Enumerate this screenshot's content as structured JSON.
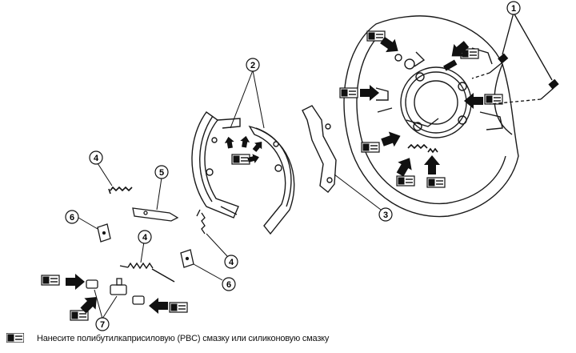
{
  "diagram": {
    "callouts": [
      "1",
      "2",
      "3",
      "4",
      "5",
      "6",
      "7"
    ],
    "caption": "Нанесите полибутилкаприсиловую (PBC) смазку или силиконовую смазку",
    "icons": {
      "lubricant_marker": "grease-icon",
      "pointer": "arrow-icon"
    },
    "colors": {
      "line": "#1a1a1a",
      "background": "#ffffff"
    }
  }
}
